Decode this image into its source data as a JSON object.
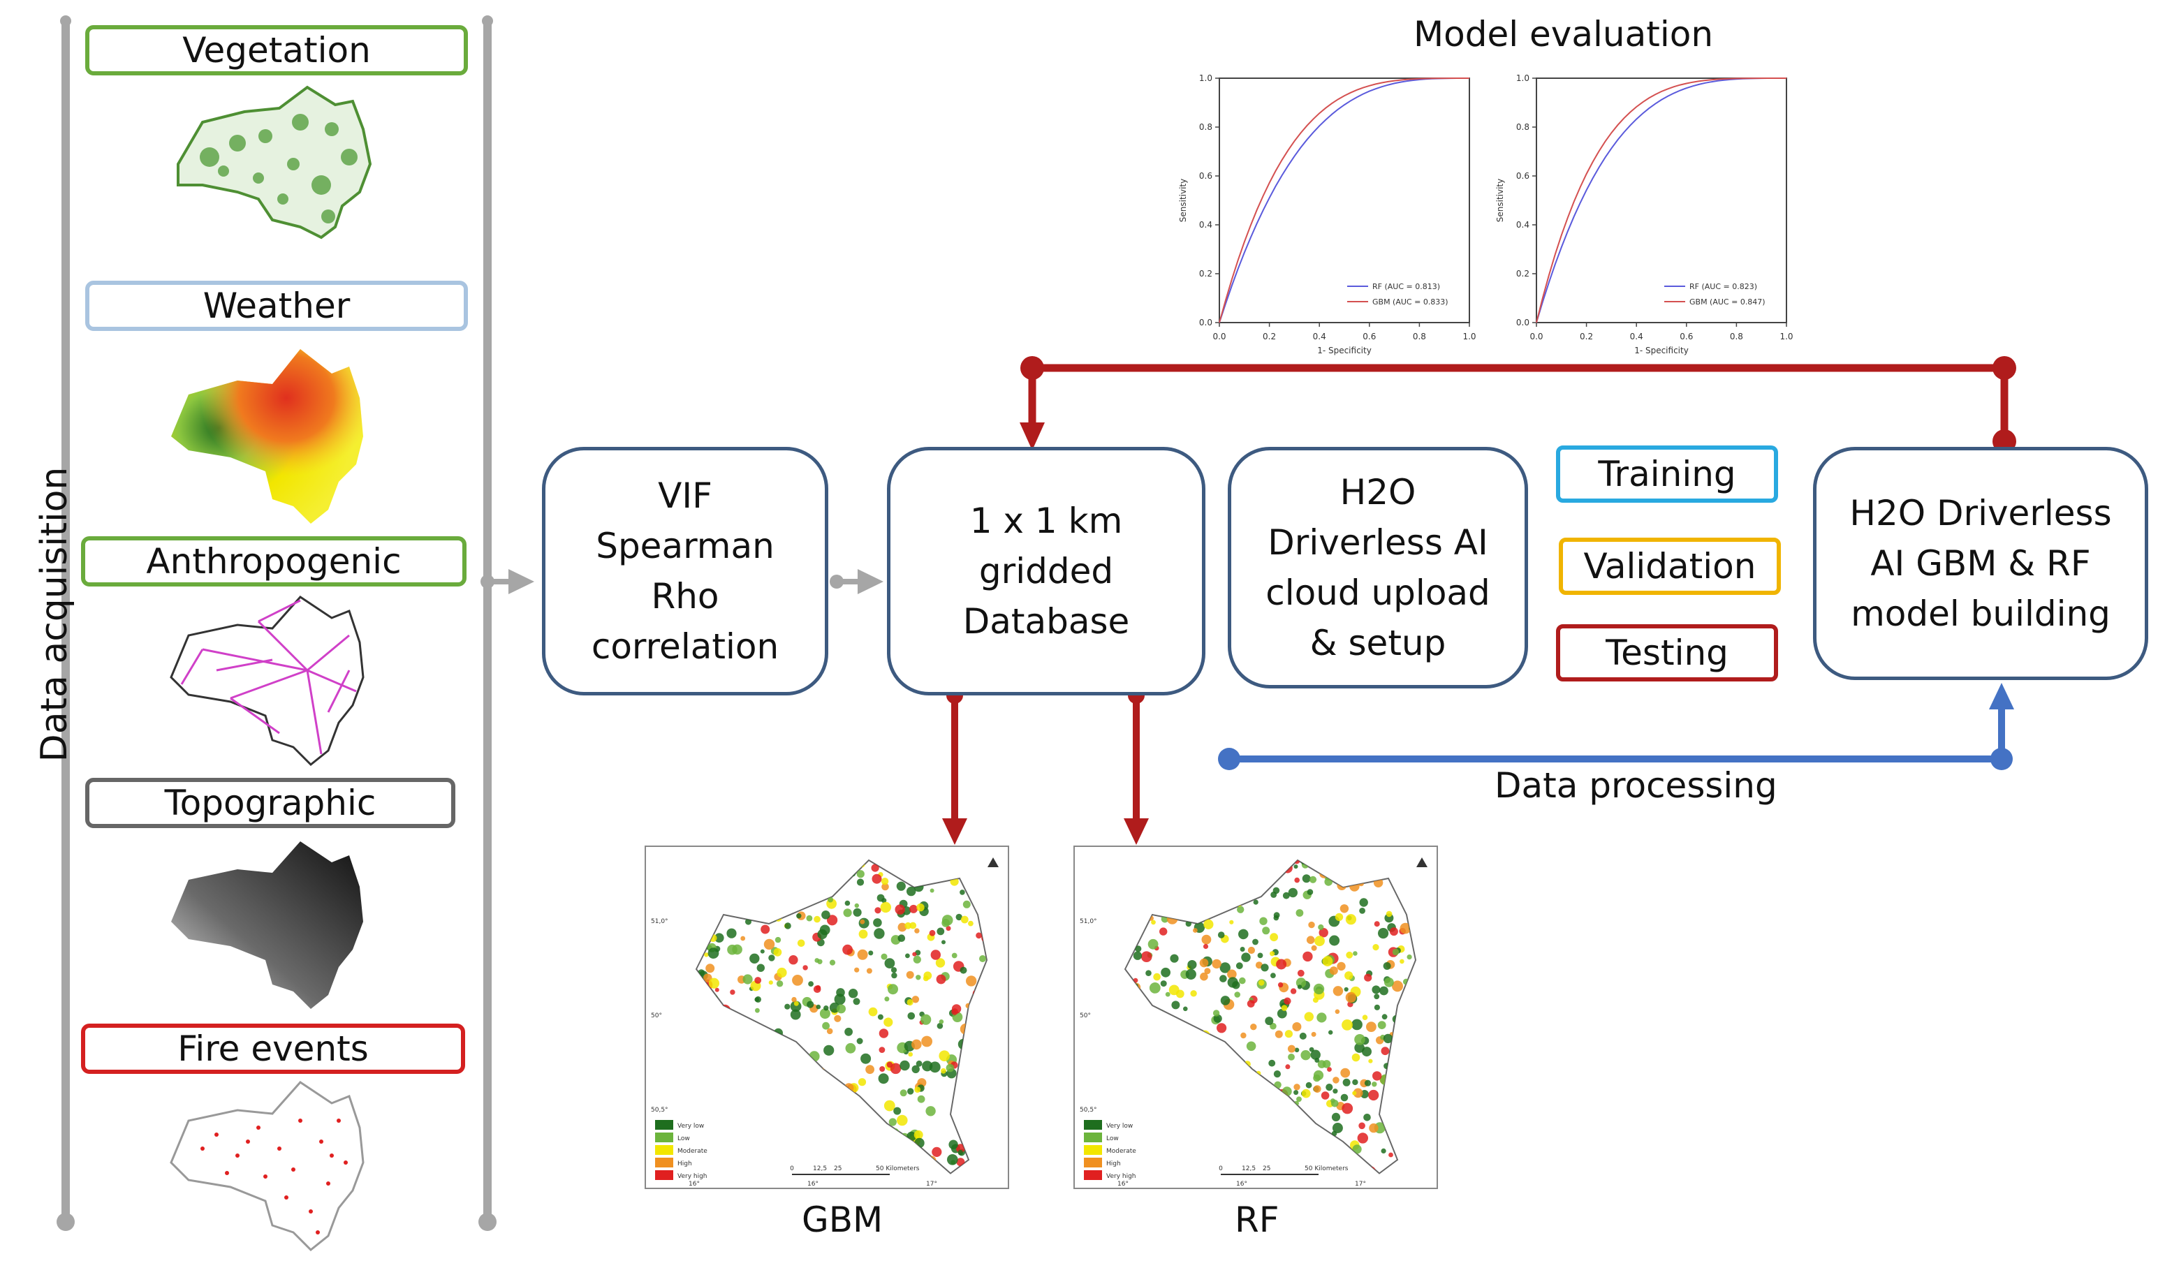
{
  "left_panel": {
    "side_label": "Data acquisition",
    "layers": [
      {
        "label": "Vegetation",
        "color": "#6aab3c"
      },
      {
        "label": "Weather",
        "color": "#a9c4e0"
      },
      {
        "label": "Anthropogenic",
        "color": "#6aab3c"
      },
      {
        "label": "Topographic",
        "color": "#666666"
      },
      {
        "label": "Fire events",
        "color": "#d42020"
      }
    ]
  },
  "process_boxes": {
    "vif": [
      "VIF",
      "Spearman",
      "Rho",
      "correlation"
    ],
    "database": [
      "1 x 1 km",
      "gridded",
      "Database"
    ],
    "h2o_setup": [
      "H2O",
      "Driverless AI",
      "cloud upload",
      "& setup"
    ],
    "model_building": [
      "H2O Driverless",
      "AI GBM & RF",
      "model building"
    ]
  },
  "splits": [
    {
      "label": "Training",
      "color": "#29a9e0"
    },
    {
      "label": "Validation",
      "color": "#f0b400"
    },
    {
      "label": "Testing",
      "color": "#b01c1c"
    }
  ],
  "model_evaluation": {
    "title": "Model evaluation",
    "plots": [
      {
        "xlabel": "1- Specificity",
        "ylabel": "Sensitivity",
        "legend": [
          "RF (AUC = 0.813)",
          "GBM (AUC = 0.833)"
        ]
      },
      {
        "xlabel": "1- Specificity",
        "ylabel": "Sensitivity",
        "legend": [
          "RF (AUC = 0.823)",
          "GBM (AUC = 0.847)"
        ]
      }
    ],
    "ticks": [
      "0.0",
      "0.2",
      "0.4",
      "0.6",
      "0.8",
      "1.0"
    ],
    "series_colors": {
      "rf": "#5a5adc",
      "gbm": "#d45050"
    }
  },
  "data_processing": {
    "label": "Data processing"
  },
  "output_maps": [
    {
      "label": "GBM"
    },
    {
      "label": "RF"
    }
  ],
  "map_legend": [
    "Very low",
    "Low",
    "Moderate",
    "High",
    "Very high"
  ],
  "map_legend_colors": [
    "#1e6e1e",
    "#6cb43c",
    "#f2e600",
    "#f09020",
    "#e02020"
  ],
  "scale_bar": [
    "0",
    "12,5",
    "25",
    "50 Kilometers"
  ],
  "lat_ticks": [
    "51,0°",
    "50°",
    "50,5°"
  ],
  "lon_ticks": [
    "16°",
    "16°",
    "17°"
  ],
  "colors": {
    "red_arrow": "#b01c1c",
    "blue_arrow": "#4472c4",
    "box_border": "#3d5a80",
    "grey_line": "#a6a6a6"
  }
}
